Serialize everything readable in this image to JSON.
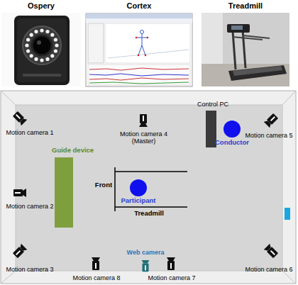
{
  "diagram": {
    "nodes": [
      {
        "text": [
          "Ospery"
        ]
      },
      {
        "text": [
          "Cortex"
        ]
      },
      {
        "text": [
          "Treadmill"
        ]
      },
      {
        "text": [
          "Motion camera 1"
        ]
      },
      {
        "text": [
          "Motion camera 4 (Master)"
        ]
      },
      {
        "text": [
          "Control PC"
        ]
      },
      {
        "text": [
          "Conductor"
        ]
      },
      {
        "text": [
          "Motion camera 5"
        ]
      },
      {
        "text": [
          "Guide device"
        ]
      },
      {
        "text": [
          "Motion camera 2"
        ]
      },
      {
        "text": [
          "Front",
          "Treadmill"
        ]
      },
      {
        "text": [
          "Participant"
        ],
        "in": 10
      },
      {
        "text": [
          "Motion camera 3"
        ]
      },
      {
        "text": [
          "Motion camera 8"
        ]
      },
      {
        "text": [
          "Web camera"
        ]
      },
      {
        "text": [
          "Motion camera 7"
        ]
      },
      {
        "text": [
          "Motion camera 6"
        ]
      }
    ]
  }
}
